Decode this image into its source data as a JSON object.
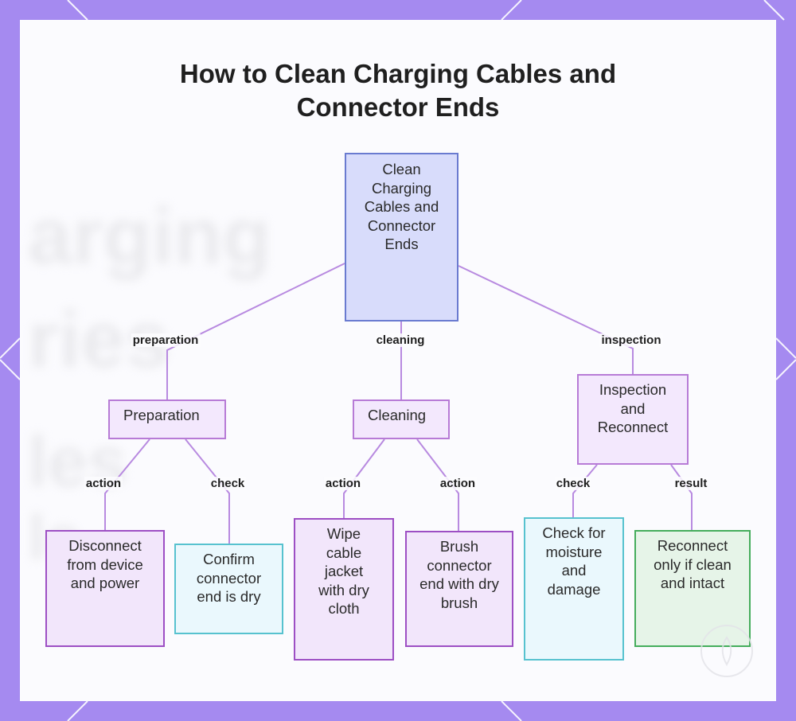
{
  "title": {
    "line1": "How to Clean Charging Cables and",
    "line2": "Connector Ends"
  },
  "watermark_text": [
    "arging",
    "ries",
    "les",
    "le"
  ],
  "nodes": {
    "root": "Clean Charging Cables and Connector Ends",
    "preparation": "Preparation",
    "cleaning": "Cleaning",
    "inspection": "Inspection and Reconnect",
    "disconnect": "Disconnect from device and power",
    "confirm": "Confirm connector end is dry",
    "wipe": "Wipe cable jacket with dry cloth",
    "brush": "Brush connector end with dry brush",
    "check": "Check for moisture and damage",
    "reconnect": "Reconnect only if clean and intact"
  },
  "edges": {
    "root_preparation": "preparation",
    "root_cleaning": "cleaning",
    "root_inspection": "inspection",
    "prep_disconnect": "action",
    "prep_confirm": "check",
    "clean_wipe": "action",
    "clean_brush": "action",
    "insp_check": "check",
    "insp_reconnect": "result"
  },
  "colors": {
    "frame": "#a58af0",
    "canvas": "#fbfbfe",
    "connector": "#b88ae0",
    "root_fill": "#d8dcfb",
    "root_border": "#6a7bd0",
    "category_fill": "#f3e8fd",
    "category_border": "#b77bd6",
    "leaf_purple_border": "#9d4fc4",
    "leaf_cyan_border": "#57c2cf",
    "leaf_green_border": "#45ad5c"
  }
}
